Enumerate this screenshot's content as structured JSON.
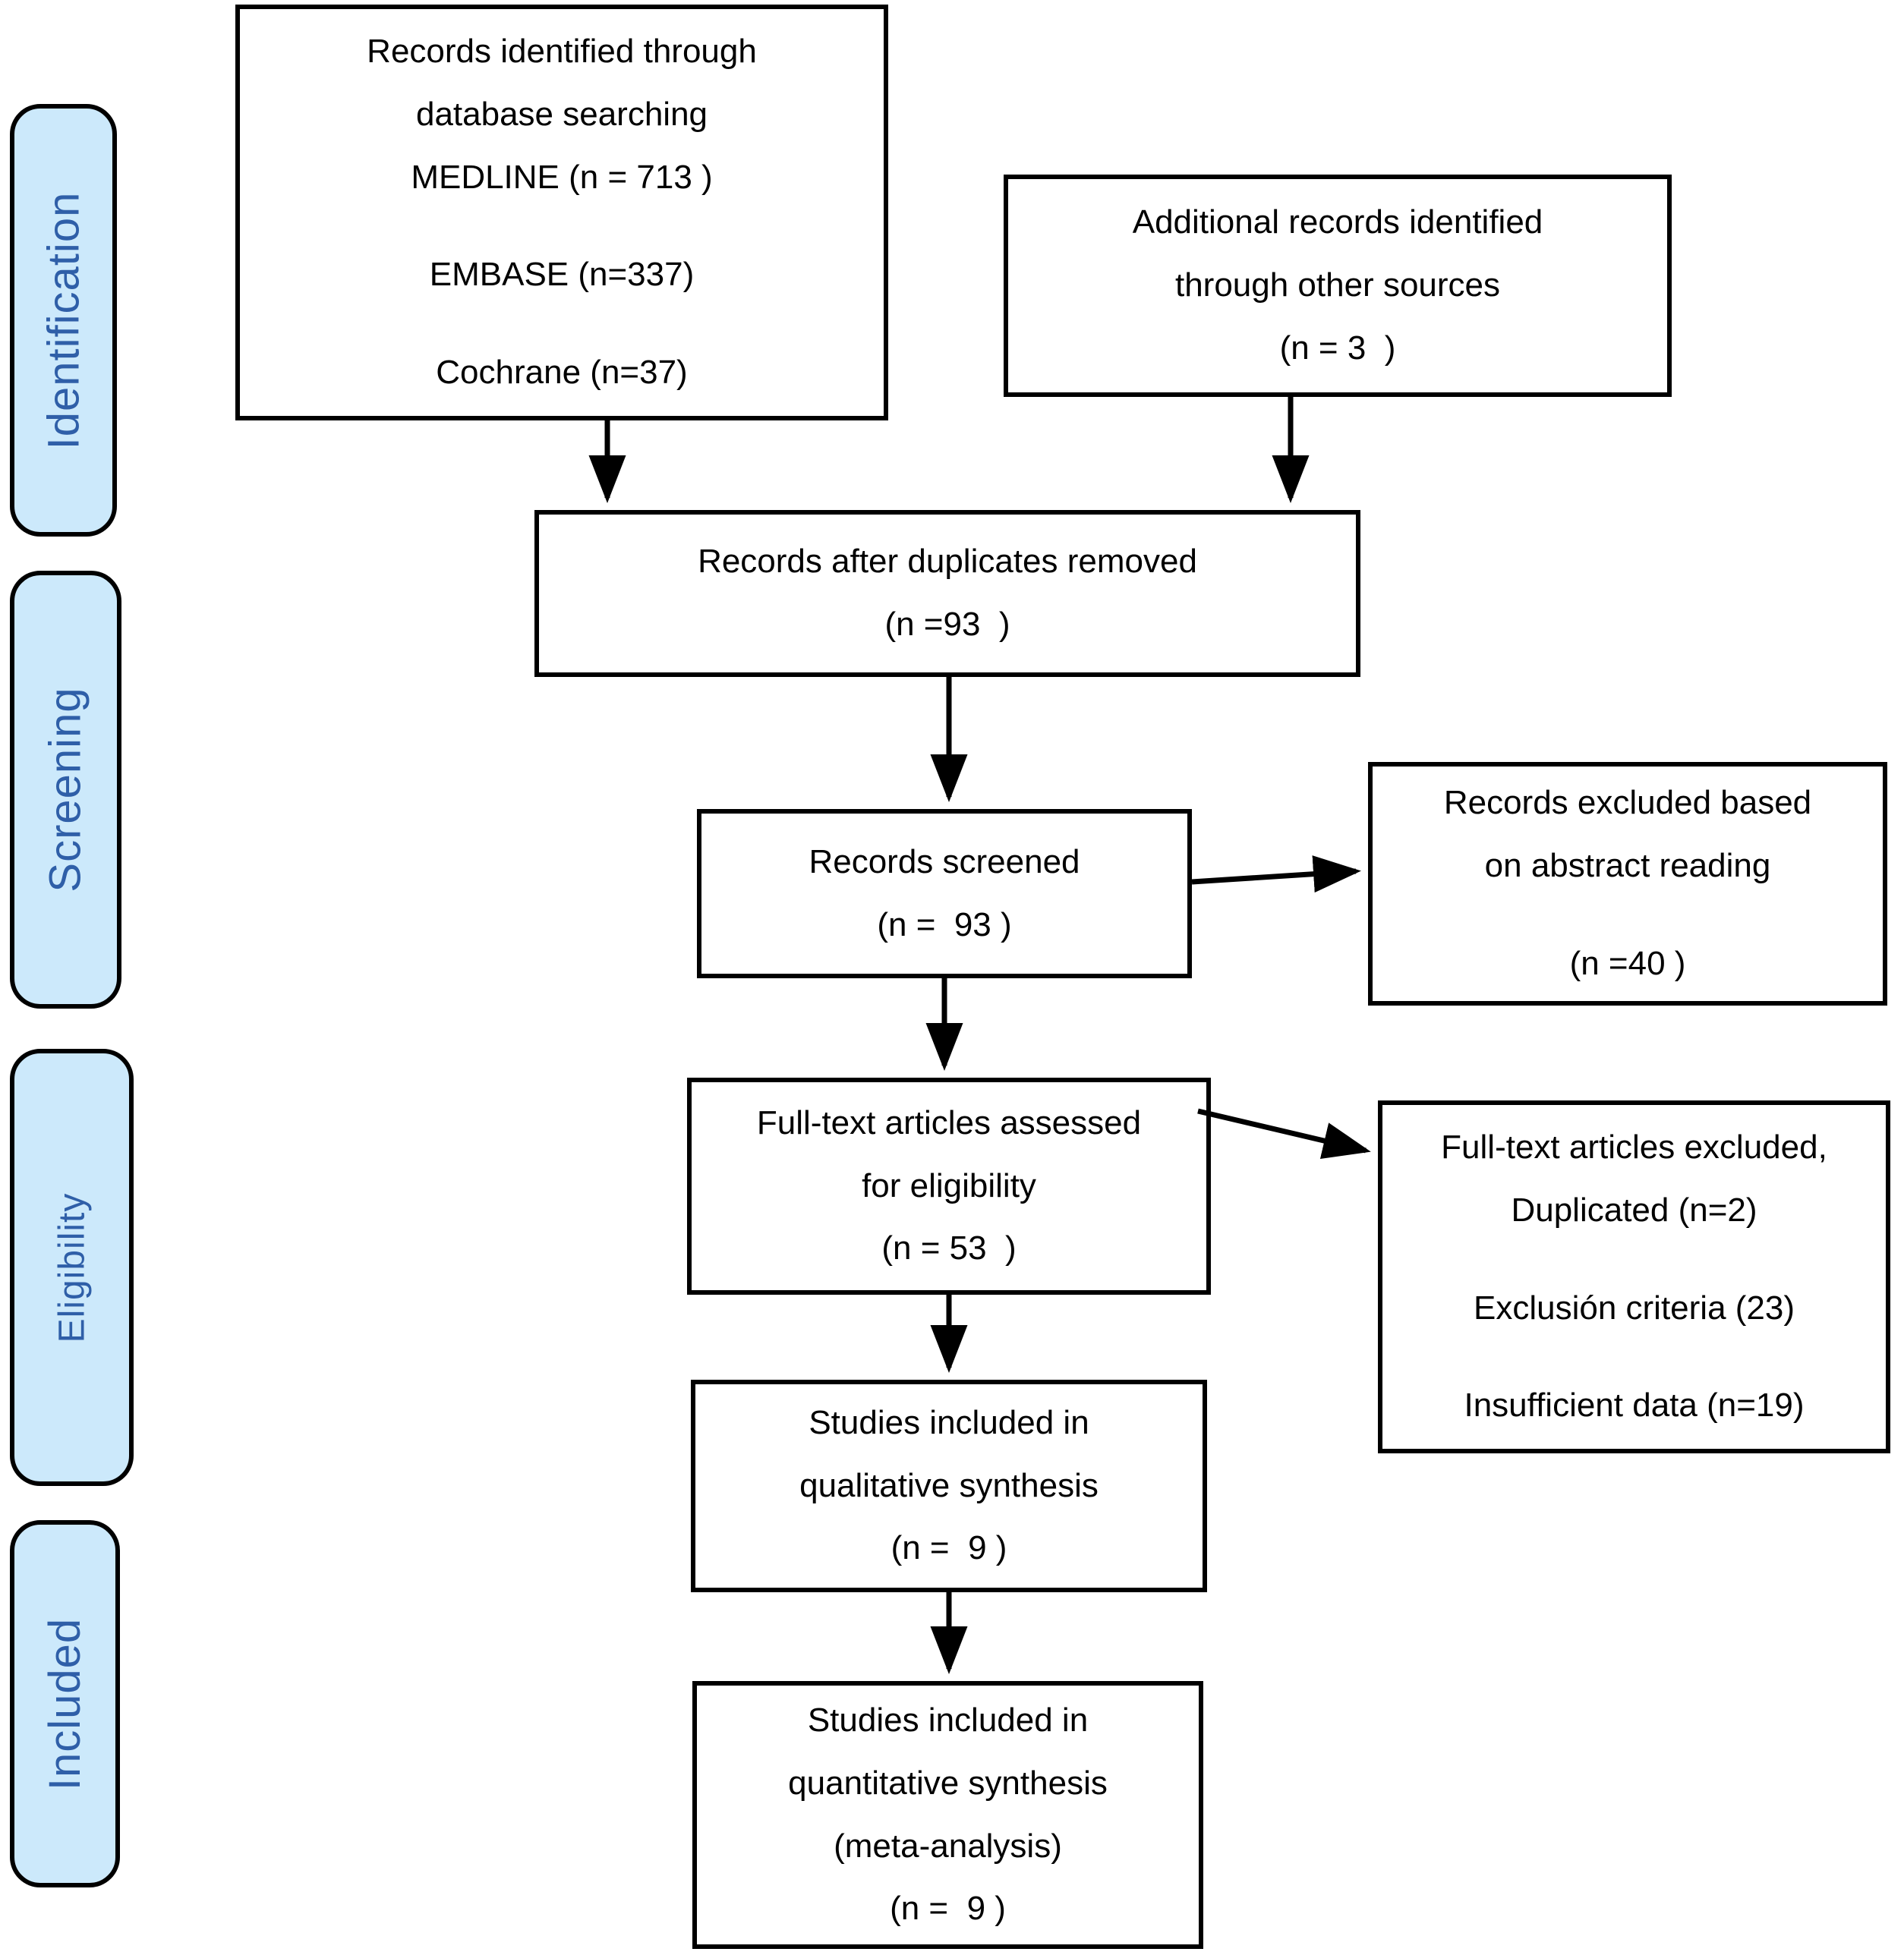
{
  "colors": {
    "stage_fill": "#cce9fb",
    "stage_border": "#000000",
    "stage_text": "#2f5fa8",
    "box_border": "#000000",
    "box_text": "#000000"
  },
  "stages": [
    {
      "label": "Identification"
    },
    {
      "label": "Screening"
    },
    {
      "label": "Eligibility"
    },
    {
      "label": "Included"
    }
  ],
  "boxes": {
    "identified": {
      "lines": [
        "Records identified through",
        "database searching",
        "MEDLINE (n = 713 )",
        "EMBASE (n=337)",
        "Cochrane (n=37)"
      ]
    },
    "additional": {
      "lines": [
        "Additional records identified",
        "through other sources",
        "(n = 3  )"
      ]
    },
    "deduplicated": {
      "lines": [
        "Records after duplicates removed",
        "(n =93  )"
      ]
    },
    "screened": {
      "lines": [
        "Records screened",
        "(n =  93 )"
      ]
    },
    "excluded_abstract": {
      "lines": [
        "Records excluded based",
        "on abstract reading",
        "(n =40 )"
      ]
    },
    "fulltext": {
      "lines": [
        "Full-text articles assessed",
        "for eligibility",
        "(n = 53  )"
      ]
    },
    "fulltext_excluded": {
      "lines": [
        "Full-text articles excluded,",
        "Duplicated (n=2)",
        "Exclusión criteria (23)",
        "Insufficient data (n=19)"
      ]
    },
    "qualitative": {
      "lines": [
        "Studies included in",
        "qualitative synthesis",
        "(n =  9 )"
      ]
    },
    "quantitative": {
      "lines": [
        "Studies included in",
        "quantitative synthesis",
        "(meta-analysis)",
        "(n =  9 )"
      ]
    }
  }
}
